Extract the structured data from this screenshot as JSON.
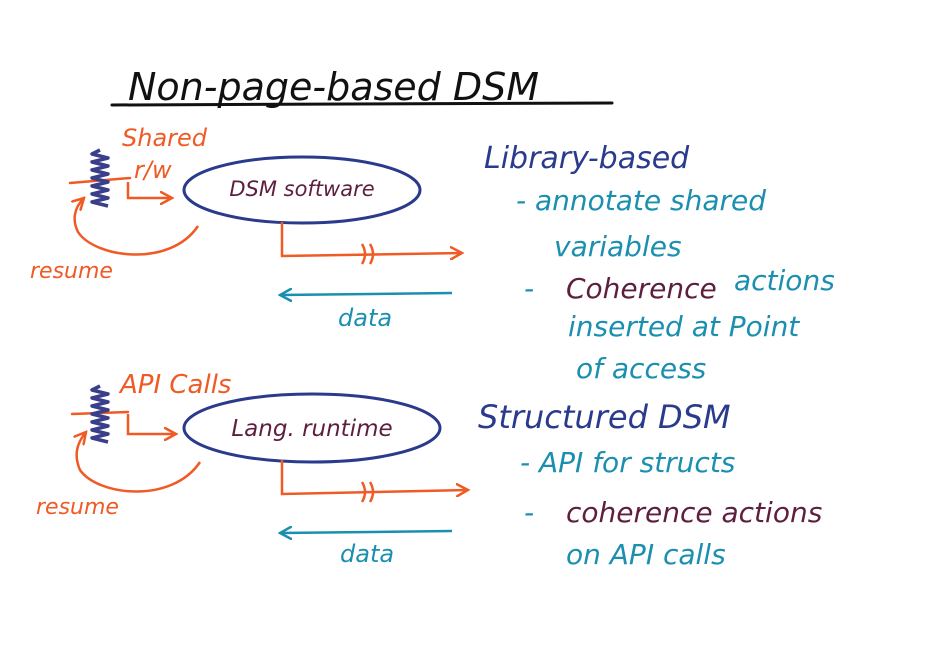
{
  "title": "Non-page-based DSM",
  "top_diagram": {
    "label_top": "Shared",
    "label_rw": "r/w",
    "box": "DSM software",
    "resume": "resume",
    "data": "data"
  },
  "bottom_diagram": {
    "label_top": "API Calls",
    "box": "Lang. runtime",
    "resume": "resume",
    "data": "data"
  },
  "notes": {
    "library_heading": "Library-based",
    "library_item1_line1": "- annotate shared",
    "library_item1_line2": "variables",
    "library_item2_dash": "-",
    "library_item2_word1": "Coherence",
    "library_item2_word2": "actions",
    "library_item2_line2": "inserted at Point",
    "library_item2_line3": "of access",
    "structured_heading": "Structured DSM",
    "structured_item1": "- API for structs",
    "structured_item2_dash": "-",
    "structured_item2_line1": "coherence actions",
    "structured_item2_line2": "on API calls"
  },
  "colors": {
    "black": "#111111",
    "navy": "#2a3a8c",
    "maroon": "#5e1f3e",
    "orange": "#f05a24",
    "teal": "#1b8fb0",
    "coil": "#3a3f8a"
  }
}
